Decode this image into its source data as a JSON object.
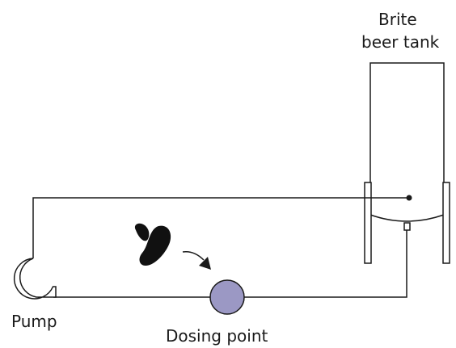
{
  "labels": {
    "tank_line1": "Brite",
    "tank_line2": "beer tank",
    "pump": "Pump",
    "dosing_point": "Dosing point"
  },
  "colors": {
    "line": "#1a1a1a",
    "dosing_point_fill": "#9b98c4",
    "ingredient_shape": "#111111",
    "background": "#ffffff"
  }
}
